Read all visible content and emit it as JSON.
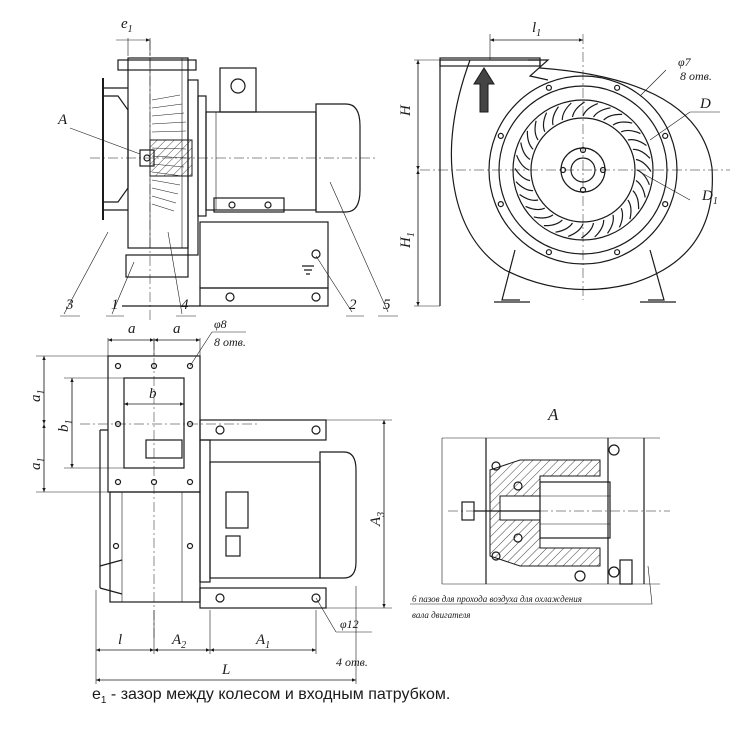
{
  "labels": {
    "e1": "e",
    "e1_sub": "1",
    "A_pointer": "A",
    "l1": "l",
    "l1_sub": "1",
    "phi7": "φ7",
    "holes8_top": "8 отв.",
    "D": "D",
    "D1": "D",
    "D1_sub": "1",
    "H": "H",
    "H1": "H",
    "H1_sub": "1",
    "n3": "3",
    "n1": "1",
    "n4": "4",
    "n2": "2",
    "n5": "5",
    "a_left": "a",
    "a_right": "a",
    "phi8": "φ8",
    "holes8_plan": "8 отв.",
    "b": "b",
    "a1_top": "a",
    "a1_top_sub": "1",
    "b1": "b",
    "b1_sub": "1",
    "a1_bottom": "a",
    "a1_bottom_sub": "1",
    "A3": "A",
    "A3_sub": "3",
    "l_bottom": "l",
    "A2": "A",
    "A2_sub": "2",
    "A1": "A",
    "A1_sub": "1",
    "L": "L",
    "phi12": "φ12",
    "holes4": "4 отв.",
    "detail_A": "A",
    "detail_note_line1": "6 пазов для прохода воздуха для охлаждения",
    "detail_note_line2": "вала двигателя"
  },
  "caption": {
    "symbol": "e",
    "symbol_sub": "1",
    "text": " - зазор между колесом и входным патрубком."
  }
}
